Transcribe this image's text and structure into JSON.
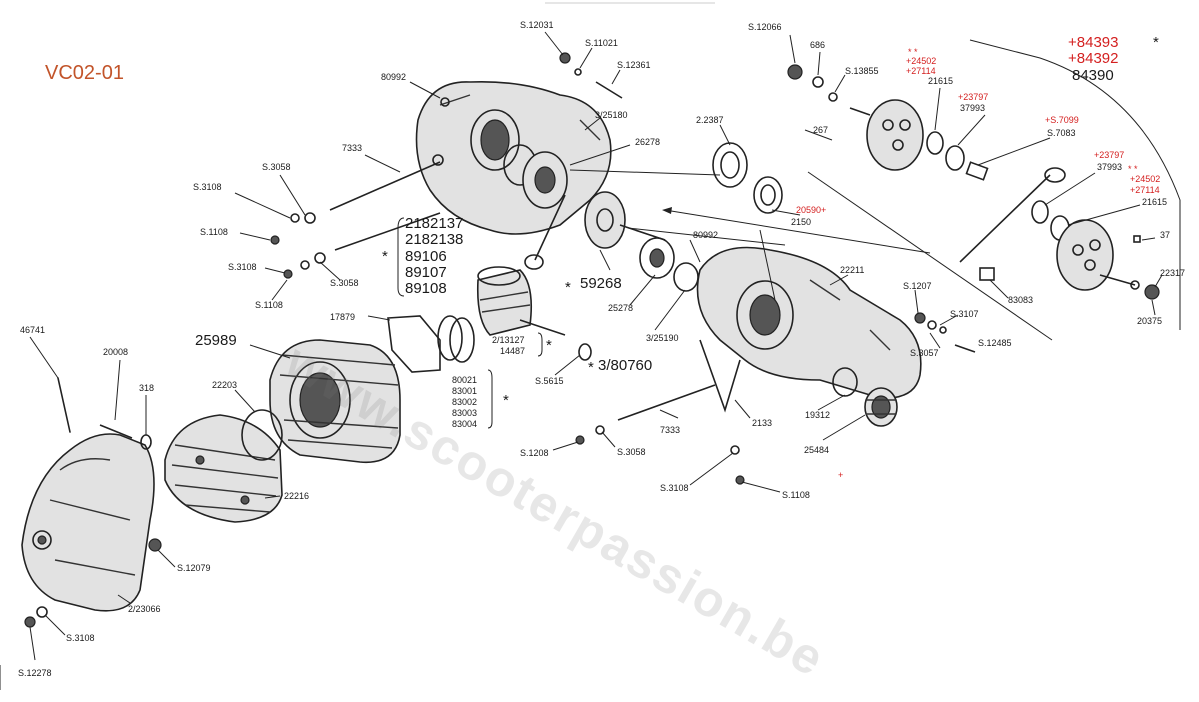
{
  "diagram": {
    "code": "VC02-01",
    "watermark": "www.scooterpassion.be",
    "labels": {
      "s12031": "S.12031",
      "s11021": "S.11021",
      "s12361": "S.12361",
      "n80992a": "80992",
      "n325180": "3/25180",
      "n7333a": "7333",
      "n26278": "26278",
      "n22387": "2.2387",
      "s3058a": "S.3058",
      "s3108a": "S.3108",
      "s1108a": "S.1108",
      "s3108b": "S.3108",
      "s1108b": "S.1108",
      "s3058b": "S.3058",
      "n2182137": "2182137",
      "n2182138": "2182138",
      "n89106": "89106",
      "n89107": "89107",
      "n89108": "89108",
      "n59268": "59268",
      "n25278": "25278",
      "n80992b": "80992",
      "n20590": "20590+",
      "n2150": "2150",
      "n22211": "22211",
      "s1207": "S.1207",
      "s3107": "S.3107",
      "s3057": "S.3057",
      "s12485": "S.12485",
      "n325190": "3/25190",
      "n17879": "17879",
      "n25989": "25989",
      "n213127": "2/13127",
      "n14487": "14487",
      "n380760": "3/80760",
      "s5615": "S.5615",
      "n80021": "80021",
      "n83001": "83001",
      "n83002": "83002",
      "n83003": "83003",
      "n83004": "83004",
      "n46741": "46741",
      "n20008": "20008",
      "n318": "318",
      "n22203": "22203",
      "n22216": "22216",
      "s12079": "S.12079",
      "n223066": "2/23066",
      "s3108c": "S.3108",
      "s12278": "S.12278",
      "s1208": "S.1208",
      "s3058c": "S.3058",
      "s3108d": "S.3108",
      "s1108c": "S.1108",
      "n7333b": "7333",
      "n2133": "2133",
      "n19312": "19312",
      "n25484": "25484",
      "s12066": "S.12066",
      "n686": "686",
      "s13855": "S.13855",
      "n21615a": "21615",
      "n24502a": "+24502",
      "n27114a": "+27114",
      "n23797a": "+23797",
      "n37993a": "37993",
      "s7099": "+S.7099",
      "s7083": "S.7083",
      "n267": "267",
      "n23797b": "+23797",
      "n37993b": "37993",
      "n24502b": "+24502",
      "n27114b": "+27114",
      "n21615b": "21615",
      "n37": "37",
      "n83083": "83083",
      "n22317": "22317",
      "n20375": "20375",
      "n84393": "+84393",
      "n84392": "+84392",
      "n84390": "84390",
      "star": "*",
      "stars": "* *",
      "pm": "+"
    }
  }
}
